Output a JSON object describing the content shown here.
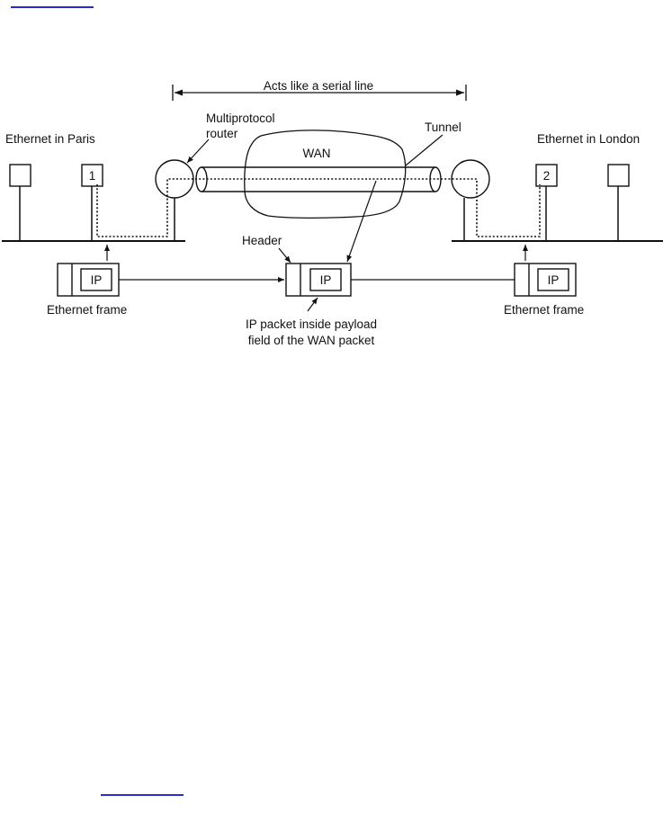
{
  "span_label": "Acts like a serial line",
  "labels": {
    "paris": "Ethernet in Paris",
    "london": "Ethernet in London",
    "router_line1": "Multiprotocol",
    "router_line2": "router",
    "tunnel": "Tunnel",
    "wan": "WAN",
    "header": "Header",
    "frame_left": "Ethernet frame",
    "frame_right": "Ethernet frame",
    "payload_line1": "IP packet inside payload",
    "payload_line2": "field of the WAN packet"
  },
  "hosts": {
    "paris_numbered": "1",
    "london_numbered": "2"
  },
  "packets": {
    "left_ip": "IP",
    "middle_ip": "IP",
    "right_ip": "IP"
  },
  "colors": {
    "ink": "#111111",
    "link": "#2b2bd6"
  }
}
